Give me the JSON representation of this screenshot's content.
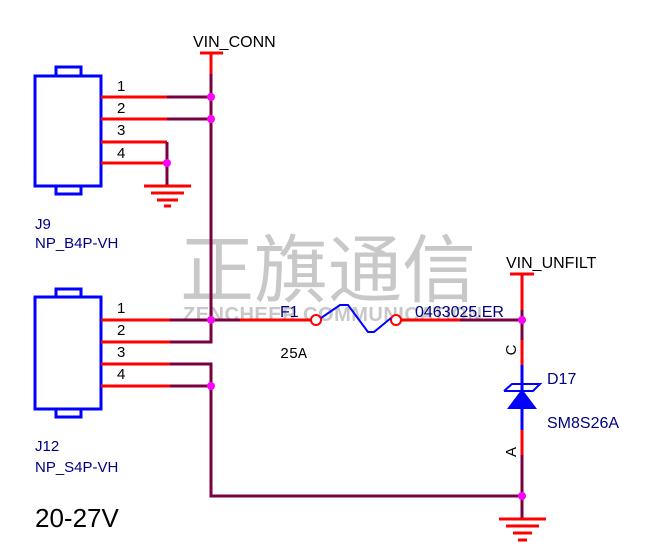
{
  "colors": {
    "wire": "#7a0040",
    "pin": "#ff0000",
    "component": "#0000ff",
    "junction": "#ff00ff",
    "net_label": "#000000",
    "designator": "#000080",
    "watermark": "#c8c8c8"
  },
  "watermark": {
    "chinese": "正旗通信",
    "english": "ZENCHEER COMMUNICATION"
  },
  "nets": {
    "vin_conn": "VIN_CONN",
    "vin_unfilt": "VIN_UNFILT"
  },
  "connectors": [
    {
      "designator": "J9",
      "part": "NP_B4P-VH",
      "pins": [
        "1",
        "2",
        "3",
        "4"
      ]
    },
    {
      "designator": "J12",
      "part": "NP_S4P-VH",
      "pins": [
        "1",
        "2",
        "3",
        "4"
      ]
    }
  ],
  "fuse": {
    "designator": "F1",
    "part": "0463025.ER",
    "rating": "25A"
  },
  "diode": {
    "designator": "D17",
    "part": "SM8S26A",
    "cathode_label": "C",
    "anode_label": "A"
  },
  "voltage_note": "20-27V"
}
